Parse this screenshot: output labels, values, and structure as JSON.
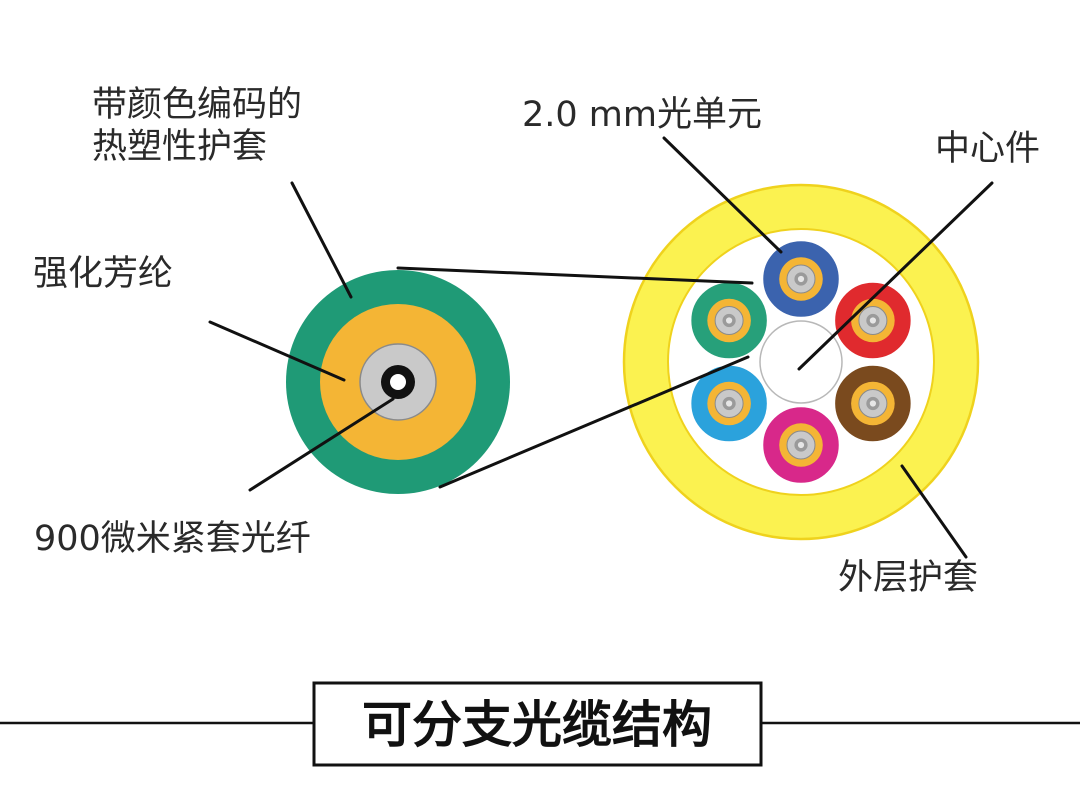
{
  "labels": {
    "tight_jacket": [
      "带颜色编码的",
      "热塑性护套"
    ],
    "aramid": "强化芳纶",
    "fiber_900": "900微米紧套光纤",
    "unit_2mm": "2.0 mm光单元",
    "center_member": "中心件",
    "outer_jacket": "外层护套"
  },
  "title": "可分支光缆结构",
  "colors": {
    "outer_jacket": "#fbf250",
    "outer_jacket_edge": "#f2d81d",
    "single_jacket": "#1f9a76",
    "aramid": "#f4b535",
    "fiber_coating": "#c9c9c9",
    "fiber_core": "#111111",
    "units": [
      "#3b63ae",
      "#e02a2e",
      "#7a4a1e",
      "#d8288a",
      "#2ba2dc",
      "#27a07a"
    ]
  },
  "units": [
    {
      "color": "blue"
    },
    {
      "color": "red"
    },
    {
      "color": "brown"
    },
    {
      "color": "magenta"
    },
    {
      "color": "light-blue"
    },
    {
      "color": "green"
    }
  ]
}
